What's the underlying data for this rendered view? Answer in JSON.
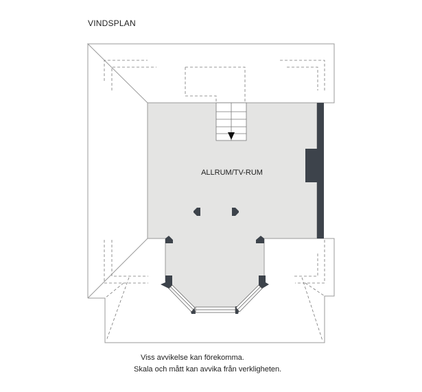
{
  "plan": {
    "title": "VINDSPLAN",
    "room_label": "ALLRUM/TV-RUM",
    "colors": {
      "floor": "#e4e4e3",
      "wall": "#3d434b",
      "outline": "#9a9a9a"
    }
  },
  "footer": {
    "line1": "Viss avvikelse kan förekomma.",
    "line2": "Skala och mått kan avvika från verkligheten."
  }
}
